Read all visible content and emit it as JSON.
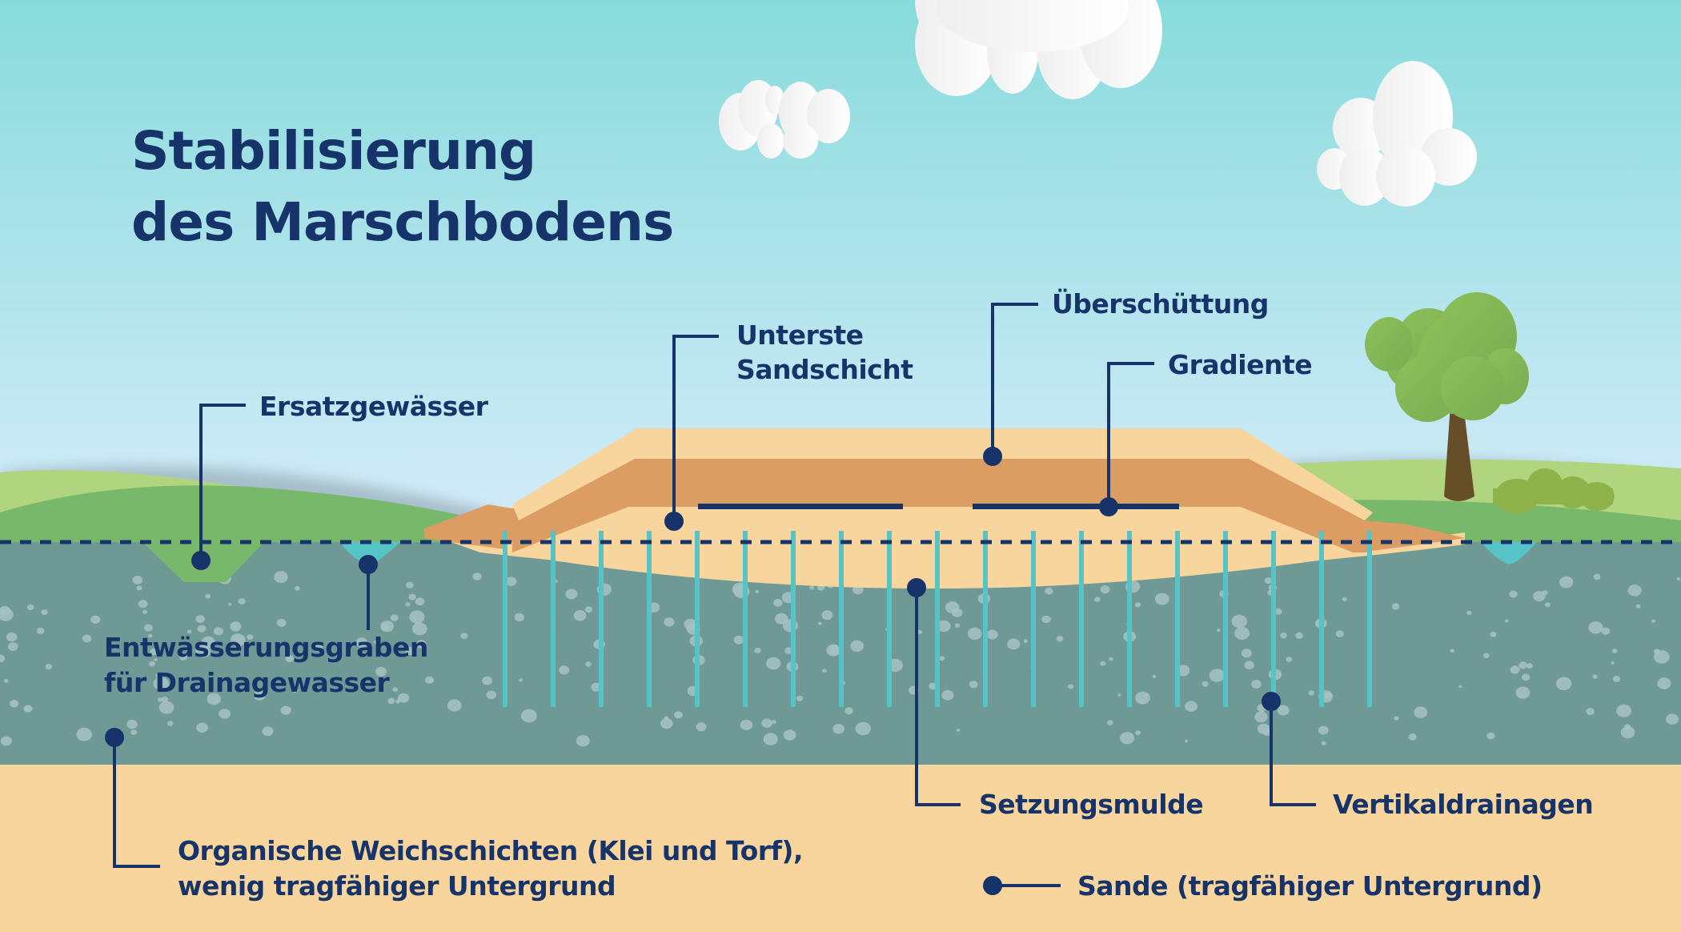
{
  "title": {
    "line1": "Stabilisierung",
    "line2": "des Marschbodens"
  },
  "labels": {
    "ersatzgewaesser": "Ersatzgewässer",
    "unterste_sandschicht_1": "Unterste",
    "unterste_sandschicht_2": "Sandschicht",
    "ueberschuettung": "Überschüttung",
    "gradiente": "Gradiente",
    "entwaesserungsgraben_1": "Entwässerungsgraben",
    "entwaesserungsgraben_2": "für Drainagewasser",
    "setzungsmulde": "Setzungsmulde",
    "vertikaldrainagen": "Vertikaldrainagen",
    "organische_1": "Organische Weichschichten (Klei und Torf),",
    "organische_2": "wenig tragfähiger Untergrund",
    "sande": "Sande (tragfähiger Untergrund)"
  },
  "icons": [
    "cloud-icon",
    "tree-icon",
    "bush-icon"
  ],
  "colors": {
    "text": "#17346a",
    "sky_top": "#88dbdc",
    "sky_bottom": "#d6ecfa",
    "grass_light": "#b0d57e",
    "grass_dark": "#78b86b",
    "soft_soil": "#6f9995",
    "sand": "#f7d59c",
    "dike_core": "#dc9d63",
    "drain": "#56c3c6"
  }
}
